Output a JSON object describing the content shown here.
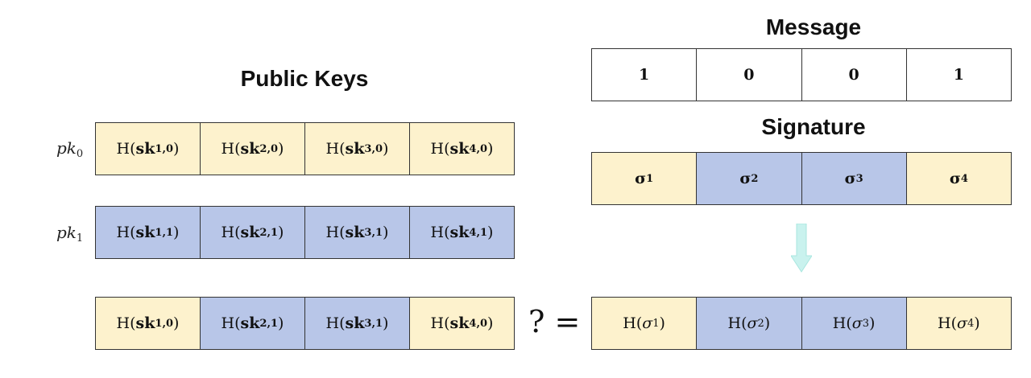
{
  "titles": {
    "public_keys": "Public Keys",
    "message": "Message",
    "signature": "Signature"
  },
  "pk_labels": [
    {
      "base": "pk",
      "sub": "0"
    },
    {
      "base": "pk",
      "sub": "1"
    }
  ],
  "pk0_row": [
    {
      "f": "H(",
      "v": "sk",
      "sub": "1,0",
      "close": ")"
    },
    {
      "f": "H(",
      "v": "sk",
      "sub": "2,0",
      "close": ")"
    },
    {
      "f": "H(",
      "v": "sk",
      "sub": "3,0",
      "close": ")"
    },
    {
      "f": "H(",
      "v": "sk",
      "sub": "4,0",
      "close": ")"
    }
  ],
  "pk1_row": [
    {
      "f": "H(",
      "v": "sk",
      "sub": "1,1",
      "close": ")"
    },
    {
      "f": "H(",
      "v": "sk",
      "sub": "2,1",
      "close": ")"
    },
    {
      "f": "H(",
      "v": "sk",
      "sub": "3,1",
      "close": ")"
    },
    {
      "f": "H(",
      "v": "sk",
      "sub": "4,1",
      "close": ")"
    }
  ],
  "selected_row": [
    {
      "f": "H(",
      "v": "sk",
      "sub": "1,0",
      "close": ")"
    },
    {
      "f": "H(",
      "v": "sk",
      "sub": "2,1",
      "close": ")"
    },
    {
      "f": "H(",
      "v": "sk",
      "sub": "3,1",
      "close": ")"
    },
    {
      "f": "H(",
      "v": "sk",
      "sub": "4,0",
      "close": ")"
    }
  ],
  "message_bits": [
    "1",
    "0",
    "0",
    "1"
  ],
  "signature_row": [
    {
      "v": "σ",
      "sub": "1"
    },
    {
      "v": "σ",
      "sub": "2"
    },
    {
      "v": "σ",
      "sub": "3"
    },
    {
      "v": "σ",
      "sub": "4"
    }
  ],
  "hashed_signature_row": [
    {
      "f": "H(",
      "v": "σ",
      "sub": "1",
      "close": ")"
    },
    {
      "f": "H(",
      "v": "σ",
      "sub": "2",
      "close": ")"
    },
    {
      "f": "H(",
      "v": "σ",
      "sub": "3",
      "close": ")"
    },
    {
      "f": "H(",
      "v": "σ",
      "sub": "4",
      "close": ")"
    }
  ],
  "comparison_symbol": "? =",
  "colors": {
    "yellow_cell": "#fdf2cd",
    "blue_cell": "#b8c6e8",
    "arrow": "#c9f2ee"
  }
}
